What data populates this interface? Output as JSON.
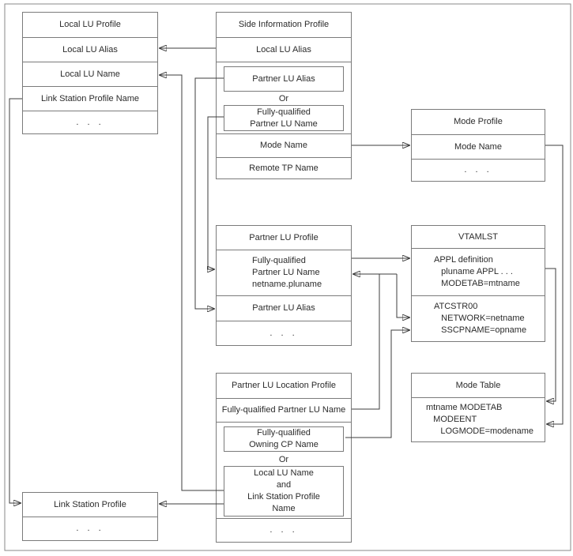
{
  "boxes": {
    "local_lu_profile": {
      "title": "Local LU Profile",
      "rows": {
        "alias": "Local LU Alias",
        "name": "Local LU Name",
        "link_station": "Link Station Profile Name",
        "more": ". . ."
      }
    },
    "side_information_profile": {
      "title": "Side Information Profile",
      "local_lu_alias": "Local LU Alias",
      "partner_lu_alias": "Partner LU Alias",
      "or": "Or",
      "fq_partner_lu_name_line1": "Fully-qualified",
      "fq_partner_lu_name_line2": "Partner LU Name",
      "mode_name": "Mode Name",
      "remote_tp_name": "Remote TP Name"
    },
    "mode_profile": {
      "title": "Mode Profile",
      "mode_name": "Mode Name",
      "more": ". . ."
    },
    "partner_lu_profile": {
      "title": "Partner LU Profile",
      "fq_lines": [
        "Fully-qualified",
        "Partner LU Name",
        "netname.pluname"
      ],
      "partner_lu_alias": "Partner LU Alias",
      "more": ". . ."
    },
    "vtamlst": {
      "title": "VTAMLST",
      "appl_lines": [
        "APPL definition",
        "   pluname APPL . . .",
        "   MODETAB=mtname"
      ],
      "atcstr_lines": [
        "ATCSTR00",
        "   NETWORK=netname",
        "   SSCPNAME=opname"
      ]
    },
    "partner_lu_location_profile": {
      "title": "Partner LU Location Profile",
      "fq_partner_lu_name": "Fully-qualified Partner LU Name",
      "fq_owning_cp_line1": "Fully-qualified",
      "fq_owning_cp_line2": "Owning CP Name",
      "or": "Or",
      "local_lu_link_lines": [
        "Local LU Name",
        "and",
        "Link Station Profile",
        "Name"
      ],
      "more": ". . ."
    },
    "mode_table": {
      "title": "Mode Table",
      "lines": [
        "mtname MODETAB",
        "   MODEENT",
        "      LOGMODE=modename"
      ]
    },
    "link_station_profile": {
      "title": "Link Station Profile",
      "more": ". . ."
    }
  },
  "colors": {
    "background": "#ffffff",
    "box_border": "#7b7b7b",
    "connector": "#3c3c3c",
    "arrowhead": "#000000",
    "text": "#2b2b2b"
  }
}
